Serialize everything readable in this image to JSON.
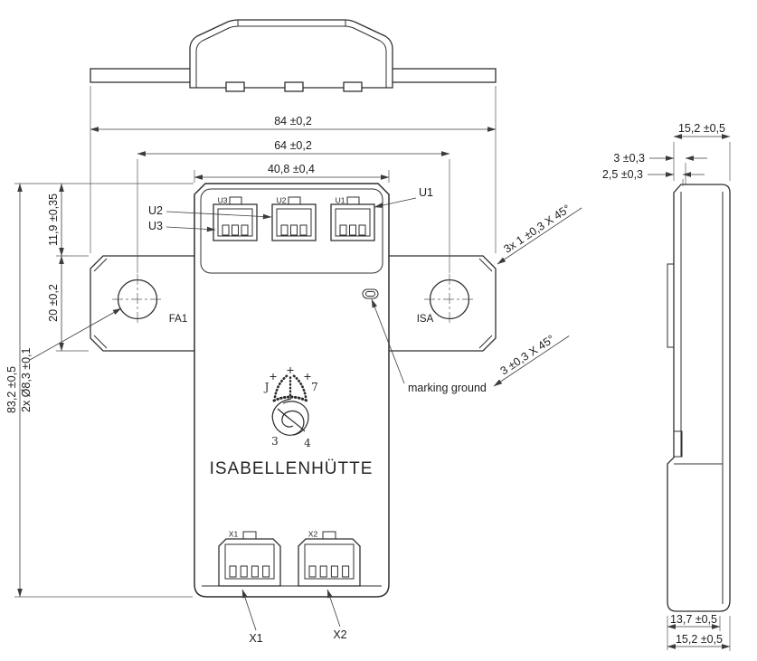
{
  "drawing": {
    "brand": "ISABELLENHÜTTE",
    "logo": {
      "tl": "J",
      "tr": "7",
      "bl": "3",
      "br": "4"
    },
    "labels": {
      "u1": "U1",
      "u2": "U2",
      "u3": "U3",
      "x1": "X1",
      "x2": "X2",
      "fa1": "FA1",
      "isa": "ISA",
      "marking_ground": "marking ground"
    },
    "dims": {
      "total_width": "84 ±0,2",
      "hole_spacing": "64 ±0,2",
      "body_width": "40,8 ±0,4",
      "side_width_top": "15,2 ±0,5",
      "side_3": "3 ±0,3",
      "side_2_5": "2,5 ±0,3",
      "top_height": "11,9 ±0,35",
      "tab_height": "20 ±0,2",
      "total_height": "83,2 ±0,5",
      "hole_dia": "2x Ø8,3 ±0,1",
      "chamfer_small": "3x 1 ±0,3 X 45°",
      "chamfer_large": "3 ±0,3 X 45°",
      "busbar_width_bottom": "13,7 ±0,5",
      "side_width_bottom": "15,2 ±0,5"
    },
    "colors": {
      "line": "#2f2f2f",
      "dim": "#3c3c3c",
      "background": "#ffffff"
    }
  }
}
